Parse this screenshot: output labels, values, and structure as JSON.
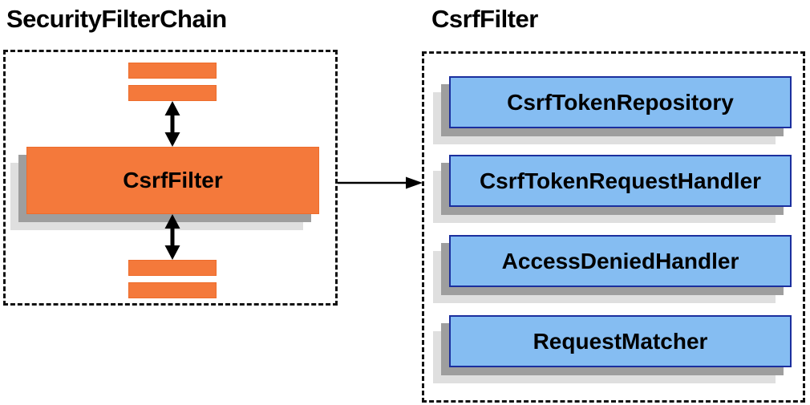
{
  "colors": {
    "orange_fill": "#F4793B",
    "orange_border": "#ED6C2B",
    "blue_fill": "#85BDF2",
    "blue_border": "#1B2F9E",
    "shadow_dark": "#9E9E9E",
    "shadow_light": "#DFDFDF",
    "arrow_color": "#000000"
  },
  "left_panel": {
    "title": "SecurityFilterChain",
    "filter_box_label": "CsrfFilter"
  },
  "right_panel": {
    "title": "CsrfFilter",
    "components": [
      {
        "label": "CsrfTokenRepository"
      },
      {
        "label": "CsrfTokenRequestHandler"
      },
      {
        "label": "AccessDeniedHandler"
      },
      {
        "label": "RequestMatcher"
      }
    ]
  }
}
